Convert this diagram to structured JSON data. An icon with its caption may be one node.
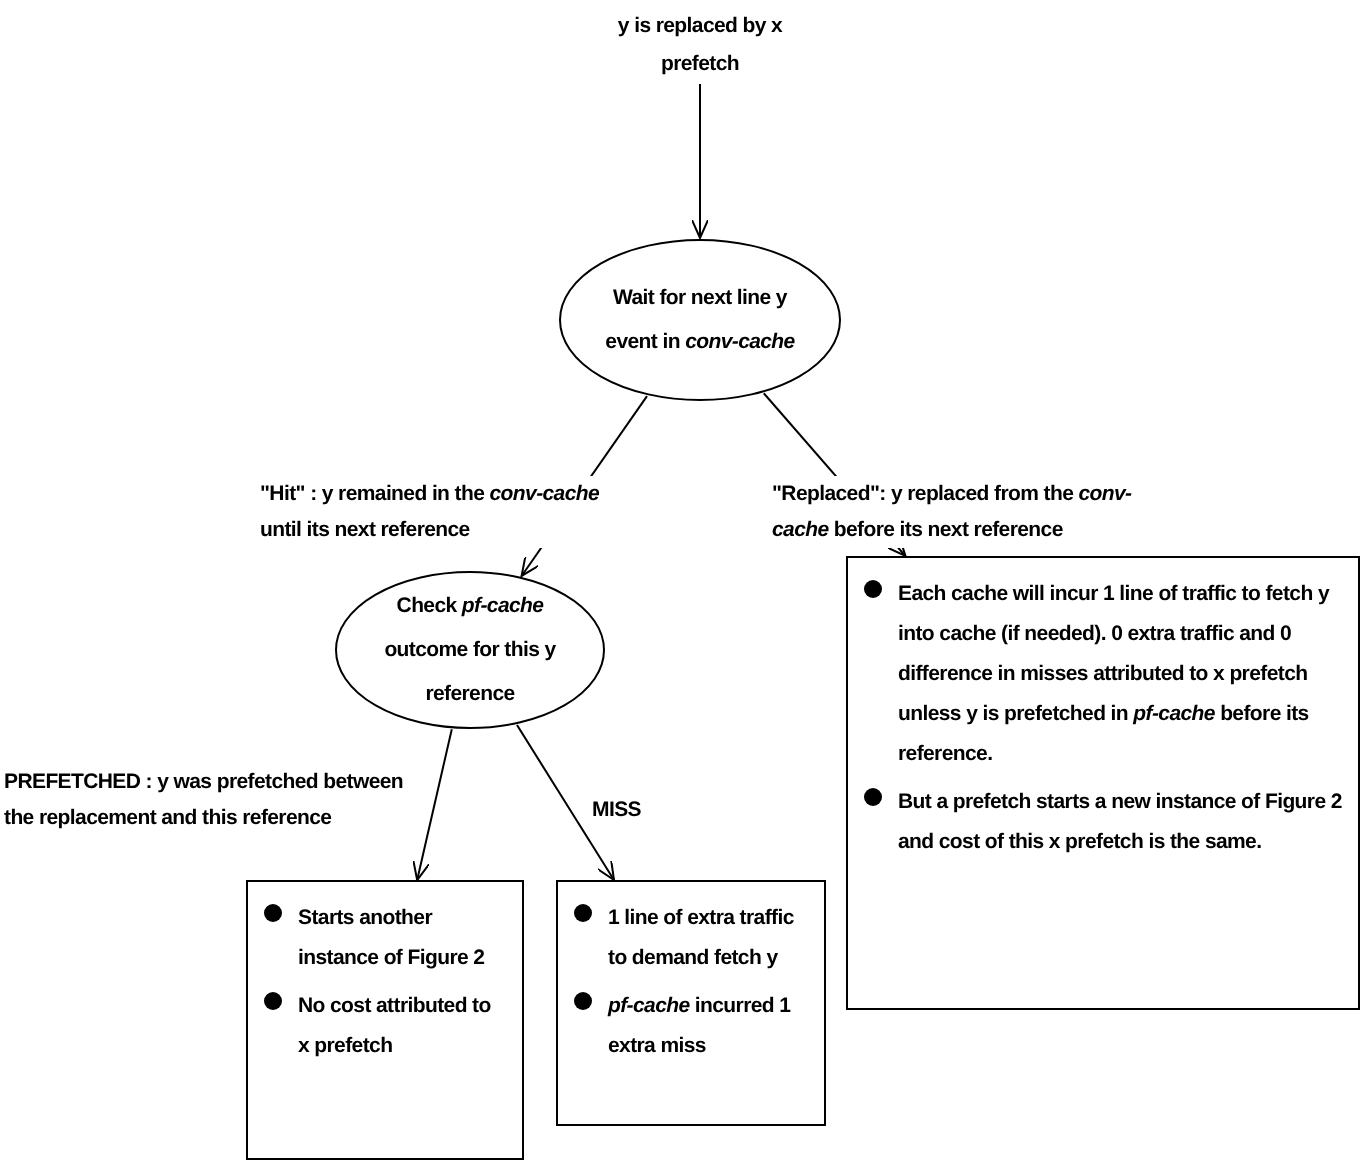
{
  "diagram": {
    "nodes": [
      {
        "text": [
          "y is replaced by x prefetch"
        ]
      },
      {
        "text": [
          "Wait for next line y event in *conv-cache*"
        ]
      },
      {
        "text": [
          "Check *pf-cache* outcome for this y reference"
        ]
      },
      {
        "text": [
          "Each cache will incur 1 line of traffic to fetch y into cache (if needed). 0 extra traffic and 0 difference in misses attributed to x prefetch unless y is prefetched in *pf-cache* before its reference.",
          "But a prefetch starts a new instance of Figure 2 and cost of this x prefetch is the same."
        ]
      },
      {
        "text": [
          "Starts another instance of Figure 2",
          "No cost attributed to x prefetch"
        ]
      },
      {
        "text": [
          "1 line of extra traffic to demand fetch y",
          "*pf-cache* incurred 1 extra miss"
        ]
      }
    ],
    "edges": [
      {
        "from": 0,
        "to": 1,
        "arrow": "to"
      },
      {
        "from": 1,
        "to": 2,
        "arrow": "to",
        "label": "\"Hit\" : y remained in the *conv-cache* until its next reference"
      },
      {
        "from": 1,
        "to": 3,
        "arrow": "to",
        "label": "\"Replaced\": y replaced from the *conv-cache* before its next reference"
      },
      {
        "from": 2,
        "to": 4,
        "arrow": "to",
        "label": "PREFETCHED : y was prefetched between the replacement and this reference"
      },
      {
        "from": 2,
        "to": 5,
        "arrow": "to",
        "label": "MISS"
      }
    ]
  }
}
